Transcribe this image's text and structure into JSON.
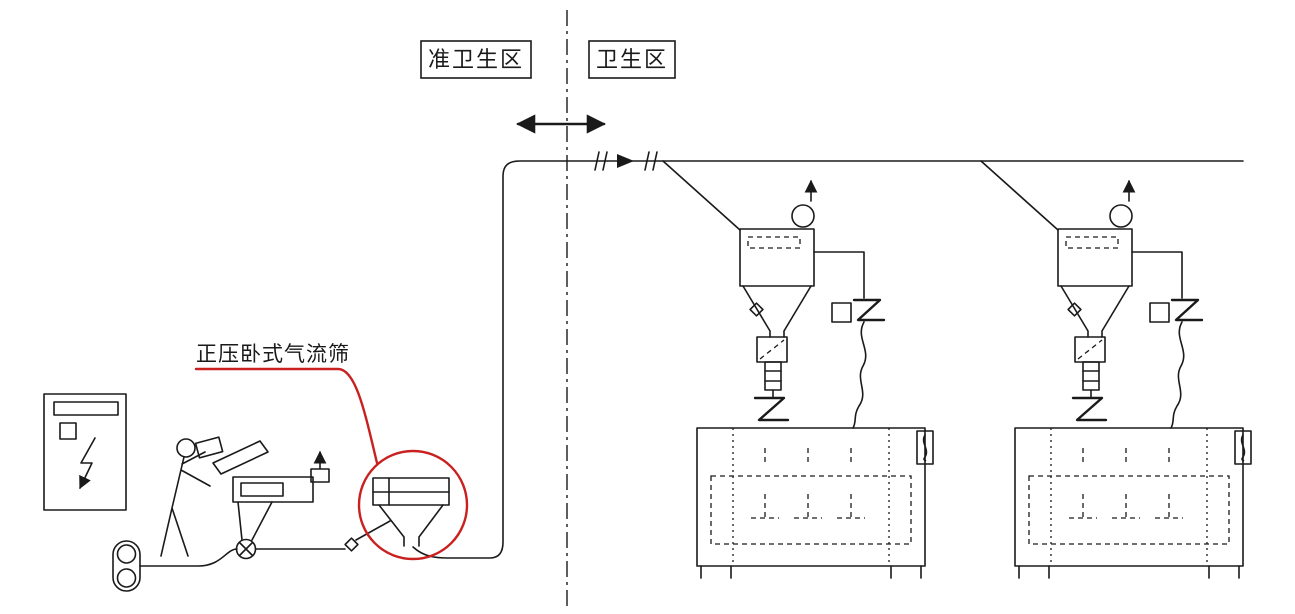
{
  "zones": {
    "quasi": "准卫生区",
    "sanitary": "卫生区"
  },
  "labels": {
    "sieve": "正压卧式气流筛"
  },
  "colors": {
    "line": "#1a1a1a",
    "accent": "#c92020",
    "background": "#ffffff"
  }
}
